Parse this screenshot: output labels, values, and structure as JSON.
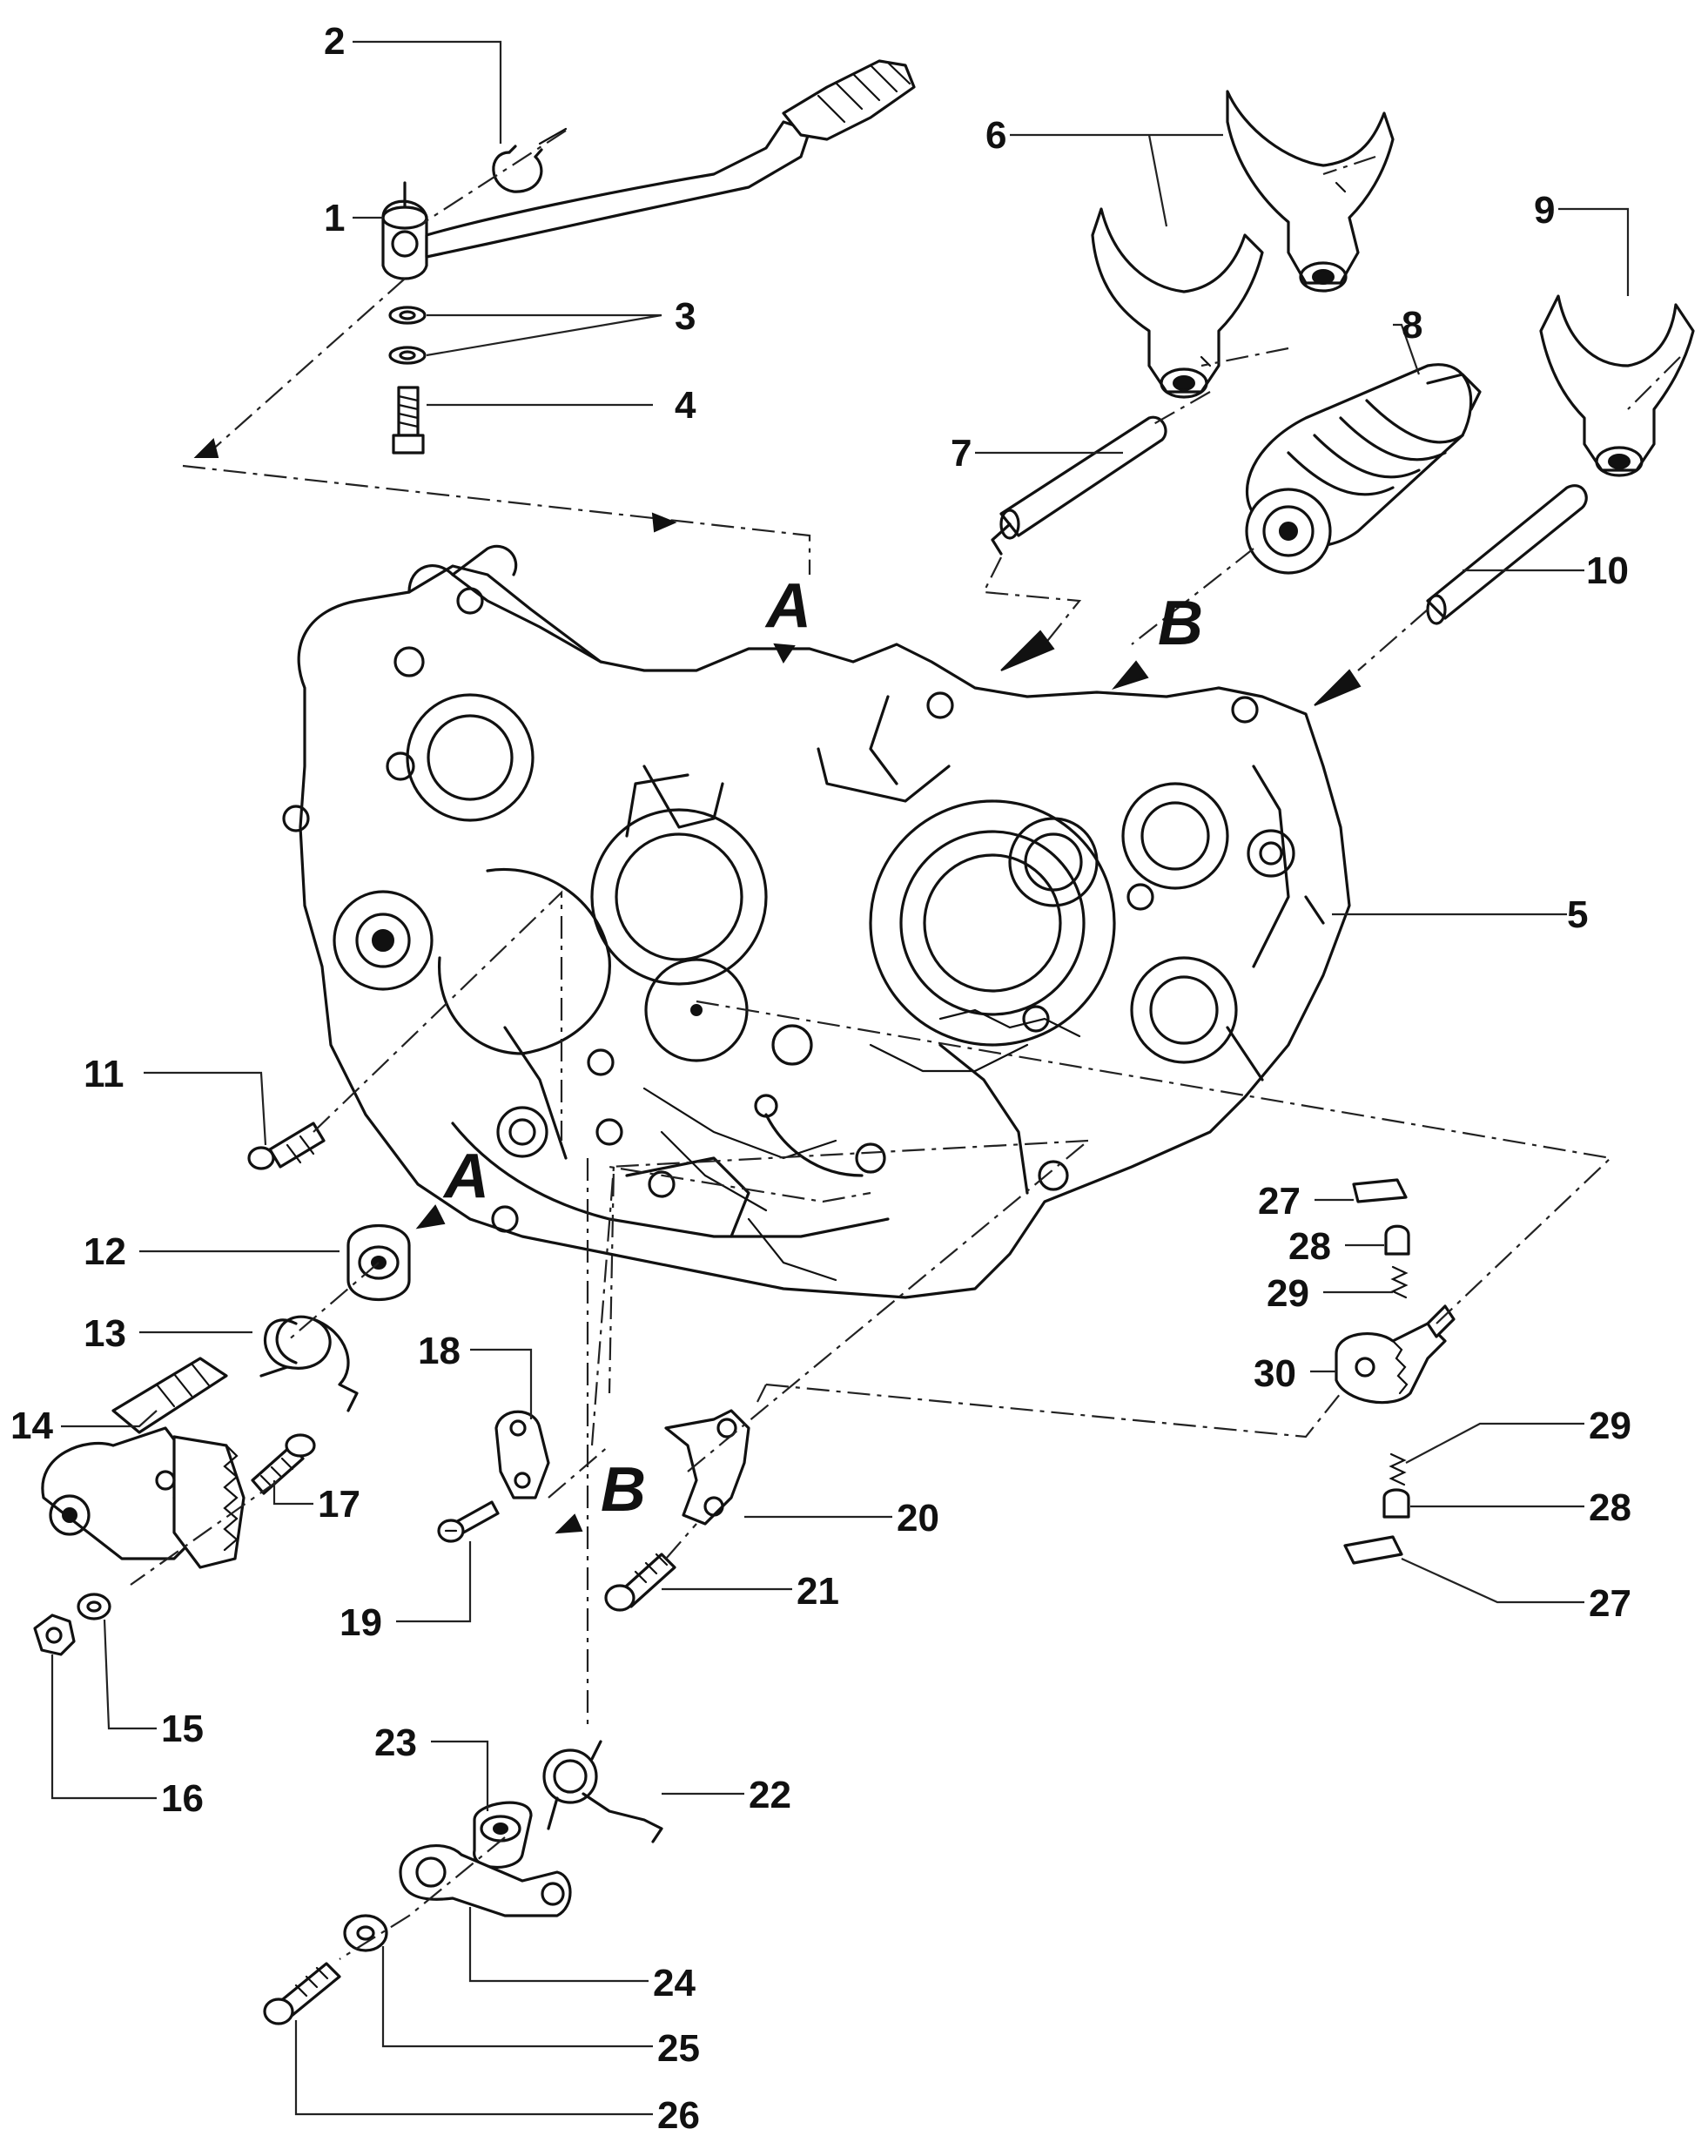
{
  "callouts": [
    "1",
    "2",
    "3",
    "4",
    "5",
    "6",
    "7",
    "8",
    "9",
    "10",
    "11",
    "12",
    "13",
    "14",
    "15",
    "16",
    "17",
    "18",
    "19",
    "20",
    "21",
    "22",
    "23",
    "24",
    "25",
    "26",
    "27",
    "28",
    "29",
    "30"
  ],
  "view_letters": {
    "a": "A",
    "b": "B"
  }
}
